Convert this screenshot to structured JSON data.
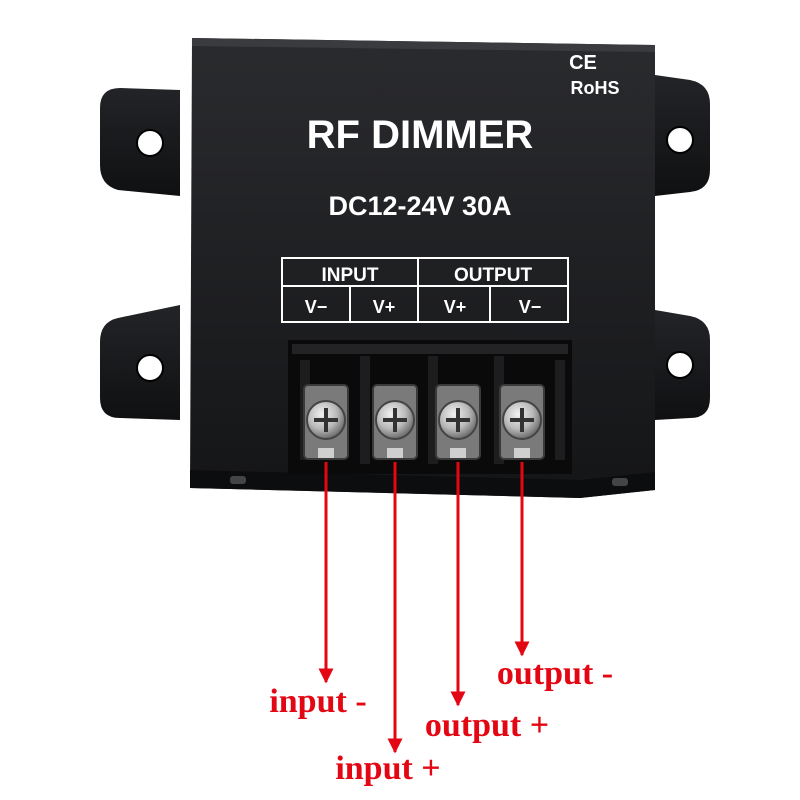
{
  "device": {
    "title": "RF DIMMER",
    "rating": "DC12-24V 30A",
    "cert_ce": "CE",
    "cert_rohs": "RoHS",
    "body_color": "#1b1c1e",
    "text_color": "#ffffff",
    "terminal_panel": {
      "groups": [
        {
          "label": "INPUT",
          "terminals": [
            "V−",
            "V+"
          ]
        },
        {
          "label": "OUTPUT",
          "terminals": [
            "V+",
            "V−"
          ]
        }
      ]
    }
  },
  "annotations": {
    "color": "#e30613",
    "labels": [
      {
        "terminal_index": 0,
        "text": "input -"
      },
      {
        "terminal_index": 1,
        "text": "input +"
      },
      {
        "terminal_index": 2,
        "text": "output +"
      },
      {
        "terminal_index": 3,
        "text": "output -"
      }
    ]
  }
}
